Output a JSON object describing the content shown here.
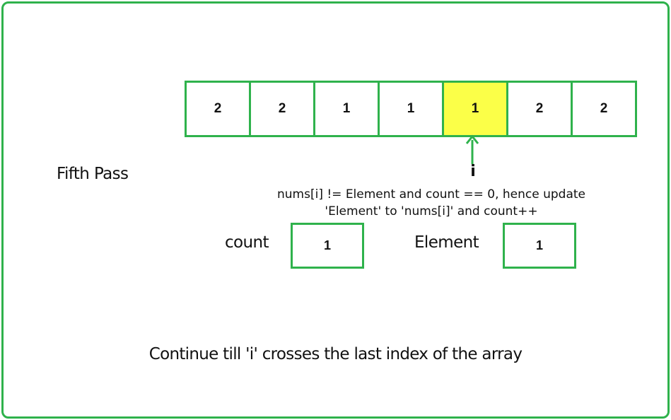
{
  "pass_label": "Fifth Pass",
  "array": {
    "cells": [
      "2",
      "2",
      "1",
      "1",
      "1",
      "2",
      "2"
    ],
    "highlight_index": 4
  },
  "pointer_label": "i",
  "description": {
    "line1": "nums[i] != Element and count == 0, hence update",
    "line2": "'Element' to 'nums[i]' and count++"
  },
  "count": {
    "label": "count",
    "value": "1"
  },
  "element": {
    "label": "Element",
    "value": "1"
  },
  "footer": "Continue till 'i' crosses the last index of the array",
  "colors": {
    "accent": "#2fb24c",
    "highlight": "#fbff48"
  }
}
